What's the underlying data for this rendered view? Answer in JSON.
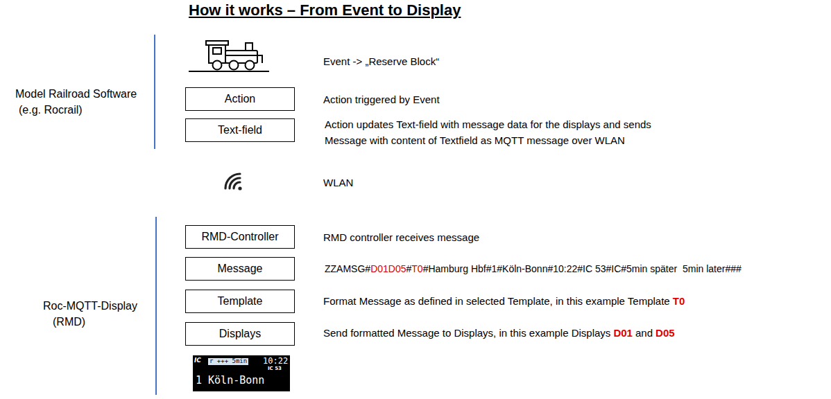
{
  "diagram": {
    "title": "How it works – From Event to Display",
    "nodes": [
      {
        "text": [
          "Action"
        ]
      },
      {
        "text": [
          "Text-field"
        ]
      },
      {
        "text": [
          "RMD-Controller"
        ]
      },
      {
        "text": [
          "Message"
        ]
      },
      {
        "text": [
          "Template"
        ]
      },
      {
        "text": [
          "Displays"
        ]
      },
      {
        "text": [
          "IC",
          "r +++ 5min",
          "10:22",
          "IC 53",
          "1 Köln-Bonn"
        ]
      }
    ],
    "labels": [
      "Model Railroad Software",
      "(e.g. Rocrail)",
      "Event -> „Reserve Block“",
      "Action triggered by Event",
      "Action updates Text-field with message data for the displays and sends Message with content of Textfield as MQTT message over WLAN",
      "WLAN",
      "Roc-MQTT-Display",
      "(RMD)",
      "RMD controller receives message",
      "ZZAMSG#",
      "D01D05",
      "#",
      "T0",
      "#Hamburg Hbf#1#Köln-Bonn#10:22#IC 53#IC#5min später  5min later###",
      "Format Message as defined in selected Template, in this example Template",
      "T0",
      "Send formatted Message to Displays, in this example Displays",
      "D01",
      "and",
      "D05"
    ]
  }
}
